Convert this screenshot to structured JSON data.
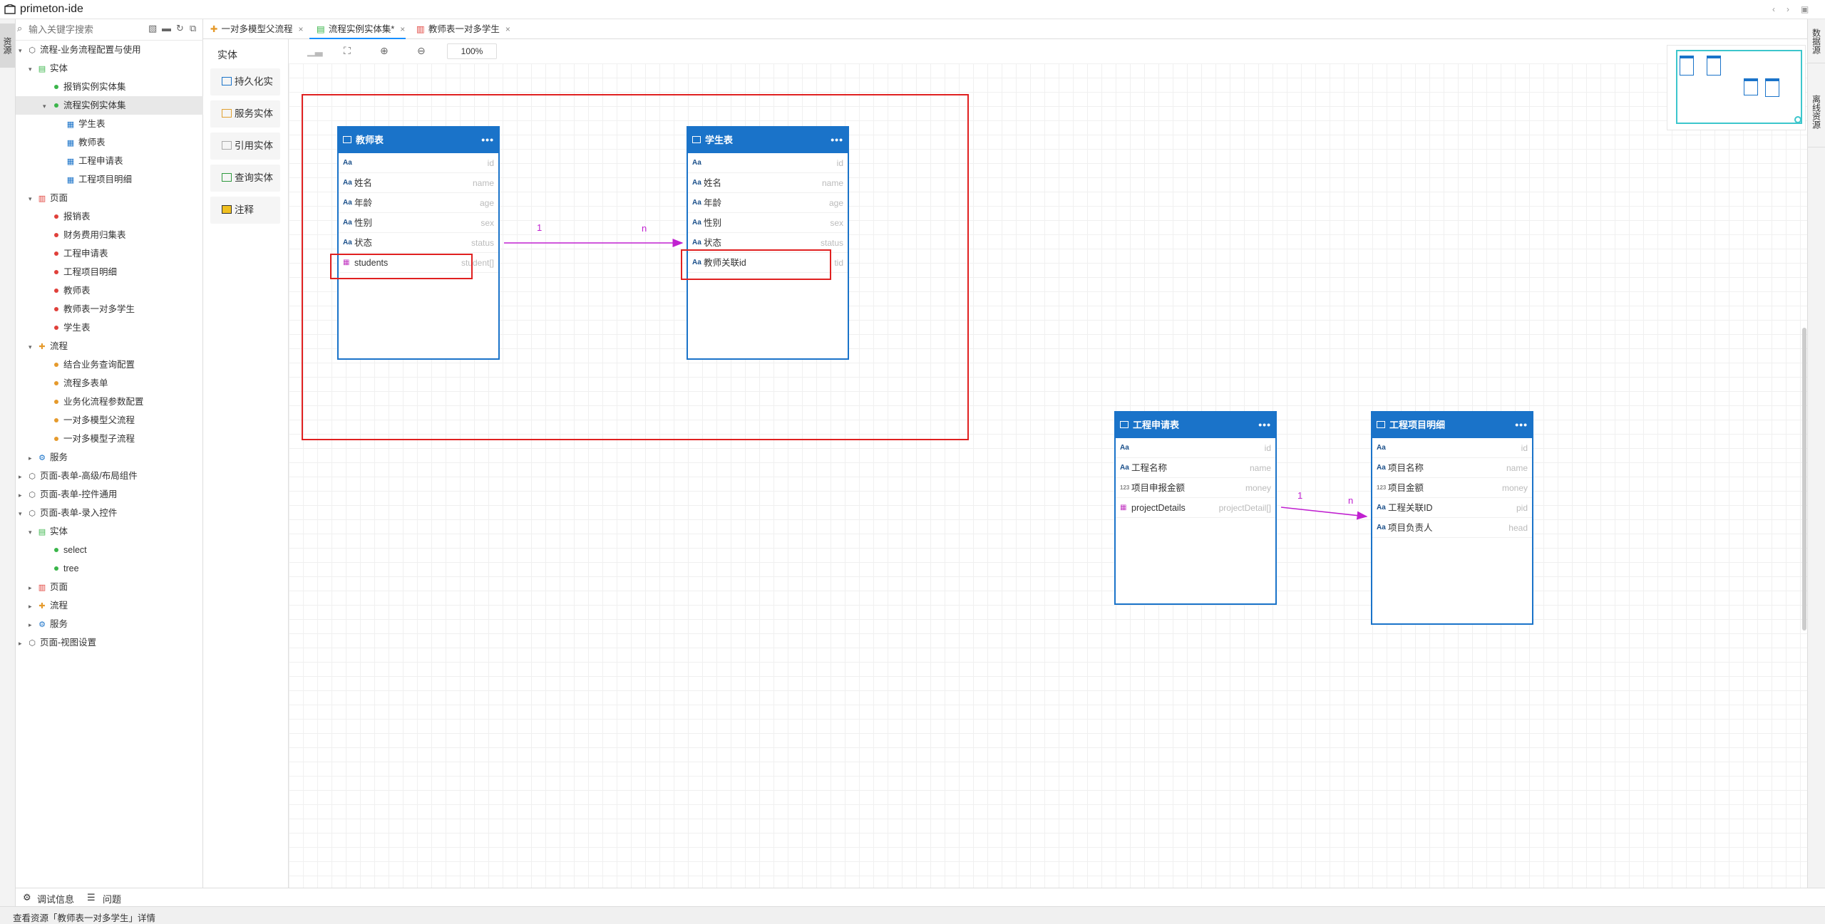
{
  "app": {
    "title": "primeton-ide"
  },
  "left_strip": {
    "tab": "资源"
  },
  "resource": {
    "search_placeholder": "输入关键字搜索",
    "tree": [
      {
        "label": "流程-业务流程配置与使用",
        "level": 0,
        "arrow": "open",
        "icon": "cube-icon"
      },
      {
        "label": "实体",
        "level": 1,
        "arrow": "open",
        "icon": "db-icon"
      },
      {
        "label": "报销实例实体集",
        "level": 2,
        "icon": "dot-green"
      },
      {
        "label": "流程实例实体集",
        "level": 2,
        "arrow": "open",
        "icon": "dot-green",
        "selected": true
      },
      {
        "label": "学生表",
        "level": 3,
        "icon": "table-icon"
      },
      {
        "label": "教师表",
        "level": 3,
        "icon": "table-icon"
      },
      {
        "label": "工程申请表",
        "level": 3,
        "icon": "table-icon"
      },
      {
        "label": "工程项目明细",
        "level": 3,
        "icon": "table-icon"
      },
      {
        "label": "页面",
        "level": 1,
        "arrow": "open",
        "icon": "page-icon"
      },
      {
        "label": "报销表",
        "level": 2,
        "icon": "dot-red"
      },
      {
        "label": "财务费用归集表",
        "level": 2,
        "icon": "dot-red"
      },
      {
        "label": "工程申请表",
        "level": 2,
        "icon": "dot-red"
      },
      {
        "label": "工程项目明细",
        "level": 2,
        "icon": "dot-red"
      },
      {
        "label": "教师表",
        "level": 2,
        "icon": "dot-red"
      },
      {
        "label": "教师表一对多学生",
        "level": 2,
        "icon": "dot-red"
      },
      {
        "label": "学生表",
        "level": 2,
        "icon": "dot-red"
      },
      {
        "label": "流程",
        "level": 1,
        "arrow": "open",
        "icon": "flow-icon"
      },
      {
        "label": "结合业务查询配置",
        "level": 2,
        "icon": "dot-orange"
      },
      {
        "label": "流程多表单",
        "level": 2,
        "icon": "dot-orange"
      },
      {
        "label": "业务化流程参数配置",
        "level": 2,
        "icon": "dot-orange"
      },
      {
        "label": "一对多模型父流程",
        "level": 2,
        "icon": "dot-orange"
      },
      {
        "label": "一对多模型子流程",
        "level": 2,
        "icon": "dot-orange"
      },
      {
        "label": "服务",
        "level": 1,
        "arrow": "closed",
        "icon": "gear-icon"
      },
      {
        "label": "页面-表单-高级/布局组件",
        "level": 0,
        "arrow": "closed",
        "icon": "cube-icon"
      },
      {
        "label": "页面-表单-控件通用",
        "level": 0,
        "arrow": "closed",
        "icon": "cube-icon"
      },
      {
        "label": "页面-表单-录入控件",
        "level": 0,
        "arrow": "open",
        "icon": "cube-icon"
      },
      {
        "label": "实体",
        "level": 1,
        "arrow": "open",
        "icon": "db-icon"
      },
      {
        "label": "select",
        "level": 2,
        "icon": "dot-green"
      },
      {
        "label": "tree",
        "level": 2,
        "icon": "dot-green"
      },
      {
        "label": "页面",
        "level": 1,
        "arrow": "closed",
        "icon": "page-icon"
      },
      {
        "label": "流程",
        "level": 1,
        "arrow": "closed",
        "icon": "flow-icon"
      },
      {
        "label": "服务",
        "level": 1,
        "arrow": "closed",
        "icon": "gear-icon"
      },
      {
        "label": "页面-视图设置",
        "level": 0,
        "arrow": "closed",
        "icon": "cube-icon"
      }
    ]
  },
  "tabs": [
    {
      "label": "一对多模型父流程",
      "active": false
    },
    {
      "label": "流程实例实体集*",
      "active": true
    },
    {
      "label": "教师表一对多学生",
      "active": false
    }
  ],
  "right_strip": {
    "tabs": [
      "数据源",
      "离线资源"
    ]
  },
  "palette": {
    "header": "实体",
    "items": [
      "持久化实体",
      "服务实体",
      "引用实体",
      "查询实体",
      "注释"
    ]
  },
  "toolbar": {
    "zoom": "100%"
  },
  "colors": {
    "accent": "#1a73c9",
    "relation": "#c020d0",
    "highlight": "#e02020",
    "minimap": "#3cc6cc"
  },
  "entities": [
    {
      "title": "教师表",
      "fields": [
        {
          "label": "",
          "name": "id"
        },
        {
          "label": "姓名",
          "name": "name"
        },
        {
          "label": "年龄",
          "name": "age"
        },
        {
          "label": "性别",
          "name": "sex"
        },
        {
          "label": "状态",
          "name": "status"
        },
        {
          "label": "students",
          "name": "student[]"
        }
      ]
    },
    {
      "title": "学生表",
      "fields": [
        {
          "label": "",
          "name": "id"
        },
        {
          "label": "姓名",
          "name": "name"
        },
        {
          "label": "年龄",
          "name": "age"
        },
        {
          "label": "性别",
          "name": "sex"
        },
        {
          "label": "状态",
          "name": "status"
        },
        {
          "label": "教师关联id",
          "name": "tid"
        }
      ]
    },
    {
      "title": "工程申请表",
      "fields": [
        {
          "label": "",
          "name": "id"
        },
        {
          "label": "工程名称",
          "name": "name"
        },
        {
          "label": "项目申报金额",
          "name": "money"
        },
        {
          "label": "projectDetails",
          "name": "projectDetail[]"
        }
      ]
    },
    {
      "title": "工程项目明细",
      "fields": [
        {
          "label": "",
          "name": "id"
        },
        {
          "label": "项目名称",
          "name": "name"
        },
        {
          "label": "项目金额",
          "name": "money"
        },
        {
          "label": "工程关联ID",
          "name": "pid"
        },
        {
          "label": "项目负责人",
          "name": "head"
        }
      ]
    }
  ],
  "relations": [
    {
      "one": "1",
      "many": "n"
    },
    {
      "one": "1",
      "many": "n"
    }
  ],
  "bottom": {
    "debug": "调试信息",
    "problems": "问题"
  },
  "status": {
    "text": "查看资源「教师表一对多学生」详情"
  }
}
